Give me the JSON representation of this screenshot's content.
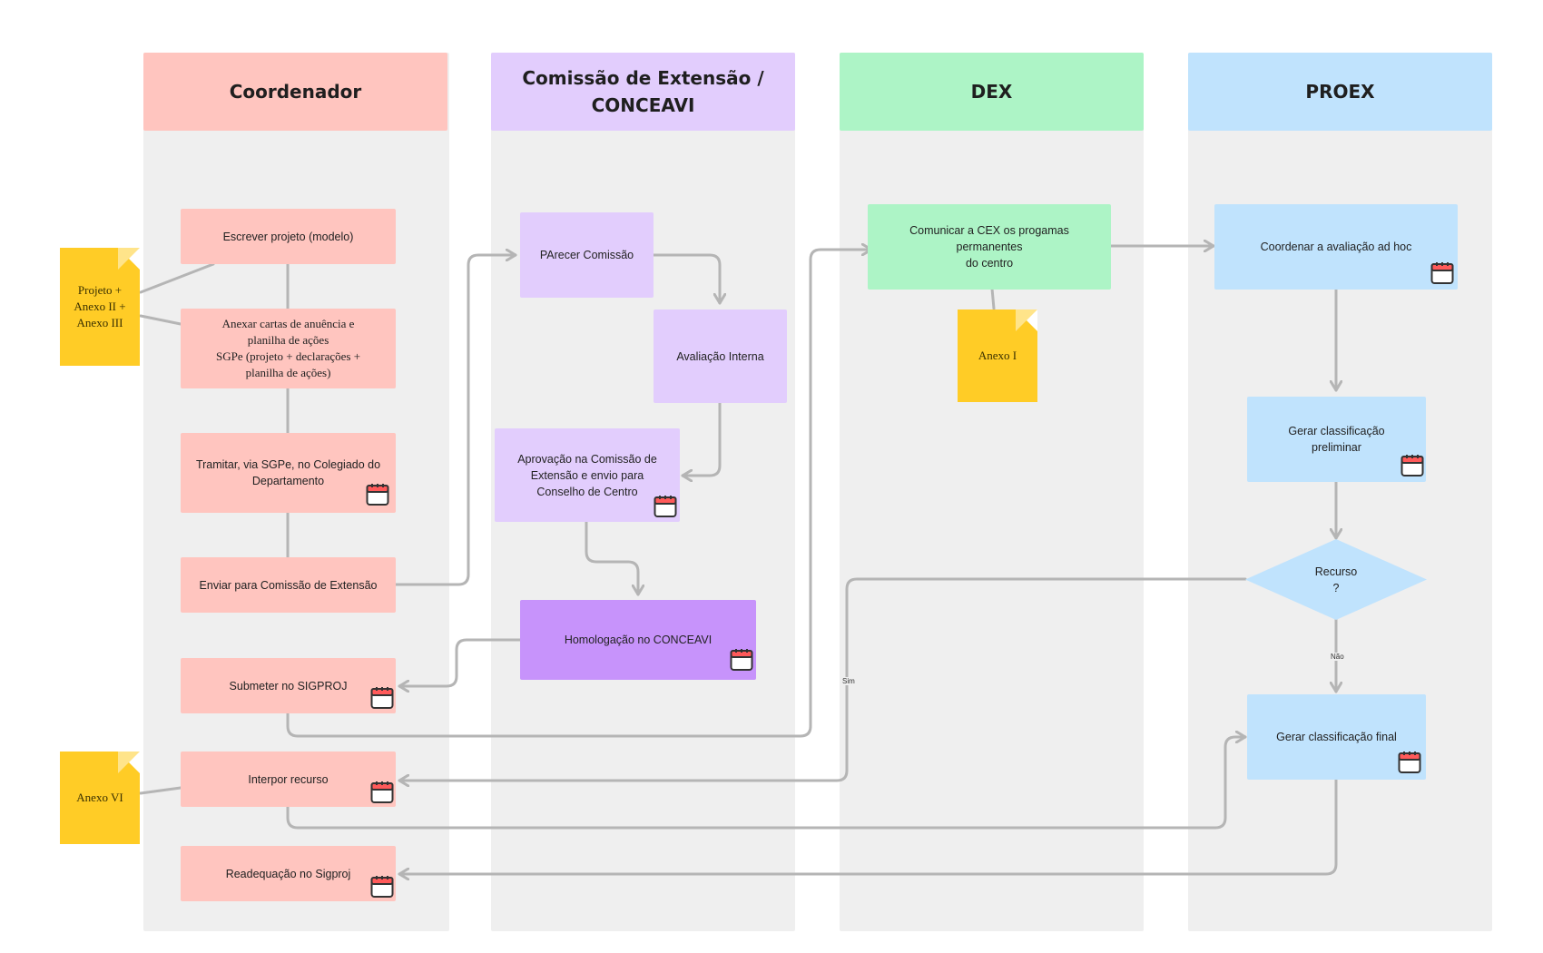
{
  "lanes": {
    "coordenador": "Coordenador",
    "comissao_line1": "Comissão de Extensão /",
    "comissao_line2": "CONCEAVI",
    "dex": "DEX",
    "proex": "PROEX"
  },
  "nodes": {
    "escrever": "Escrever projeto (modelo)",
    "anexar": "Anexar cartas de anuência e\nplanilha de ações\nSGPe (projeto + declarações +\nplanilha de ações)",
    "tramitar": "Tramitar, via SGPe, no Colegiado do\nDepartamento",
    "enviar": "Enviar para Comissão de Extensão",
    "submeter": "Submeter no SIGPROJ",
    "interpor": "Interpor recurso",
    "readequacao": "Readequação no Sigproj",
    "parecer": "PArecer Comissão",
    "avaliacao_interna": "Avaliação Interna",
    "aprovacao": "Aprovação na Comissão de\nExtensão e envio para\nConselho de Centro",
    "homologacao": "Homologação no CONCEAVI",
    "comunicar": "Comunicar a CEX os progamas permanentes\ndo centro",
    "coordenar": "Coordenar a avaliação ad hoc",
    "gerar_preliminar": "Gerar classificação\npreliminar",
    "recurso": "Recurso\n?",
    "gerar_final": "Gerar classificação final"
  },
  "documents": {
    "projeto_anexos": "Projeto +\nAnexo II +\nAnexo III",
    "anexo_i": "Anexo I",
    "anexo_vi": "Anexo VI"
  },
  "edge_labels": {
    "sim": "Sim",
    "nao": "Não"
  },
  "colors": {
    "coordenador": "#ffc5bf",
    "comissao": "#e2cdfd",
    "homologacao": "#c793fb",
    "dex": "#adf4c6",
    "proex": "#c0e3fd",
    "document": "#ffcc26",
    "lane_background": "#efefef",
    "connector": "#b5b5b5"
  },
  "icons": {
    "task": "calendar-icon",
    "document": "document-icon"
  }
}
